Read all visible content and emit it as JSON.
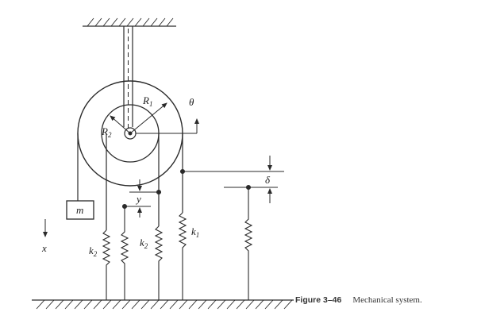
{
  "labels": {
    "R1": "R",
    "R1_sub": "1",
    "R2": "R",
    "R2_sub": "2",
    "theta": "θ",
    "delta": "δ",
    "y": "y",
    "m": "m",
    "x": "x",
    "k2_left": "k",
    "k2_left_sub": "2",
    "k2_mid": "k",
    "k2_mid_sub": "2",
    "k1": "k",
    "k1_sub": "1"
  },
  "caption": {
    "figure_number": "Figure 3–46",
    "text": "Mechanical system."
  },
  "colors": {
    "ink": "#2a2a2a",
    "background": "#ffffff"
  }
}
